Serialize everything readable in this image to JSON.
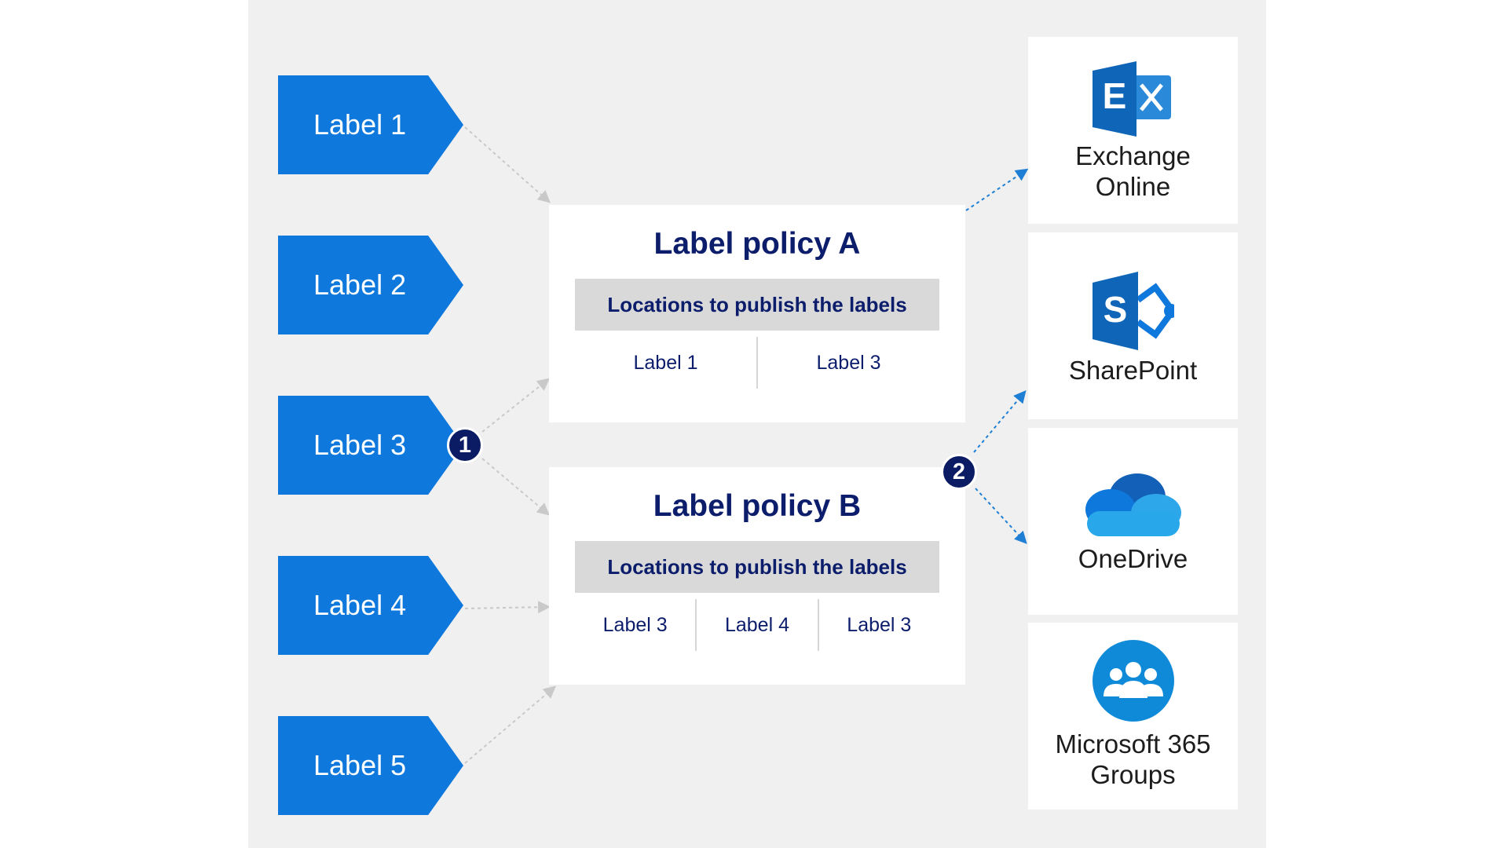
{
  "labels": [
    "Label 1",
    "Label 2",
    "Label 3",
    "Label 4",
    "Label 5"
  ],
  "policy_a": {
    "title": "Label policy A",
    "bar": "Locations to publish the labels",
    "cells": [
      "Label 1",
      "Label 3"
    ]
  },
  "policy_b": {
    "title": "Label policy B",
    "bar": "Locations to publish the labels",
    "cells": [
      "Label 3",
      "Label 4",
      "Label 3"
    ]
  },
  "locations": {
    "exchange": {
      "line1": "Exchange",
      "line2": "Online",
      "icon": "exchange-online-icon",
      "icon_letter": "E"
    },
    "sharepoint": {
      "line1": "SharePoint",
      "icon": "sharepoint-icon",
      "icon_letter": "S"
    },
    "onedrive": {
      "line1": "OneDrive",
      "icon": "onedrive-icon"
    },
    "groups": {
      "line1": "Microsoft 365",
      "line2": "Groups",
      "icon": "m365-groups-icon"
    }
  },
  "badges": {
    "one": "1",
    "two": "2"
  },
  "colors": {
    "label_blue": "#0f78dc",
    "navy": "#0c1d6b",
    "connector_gray": "#c9c9c9",
    "connector_blue": "#1f7fd4"
  }
}
